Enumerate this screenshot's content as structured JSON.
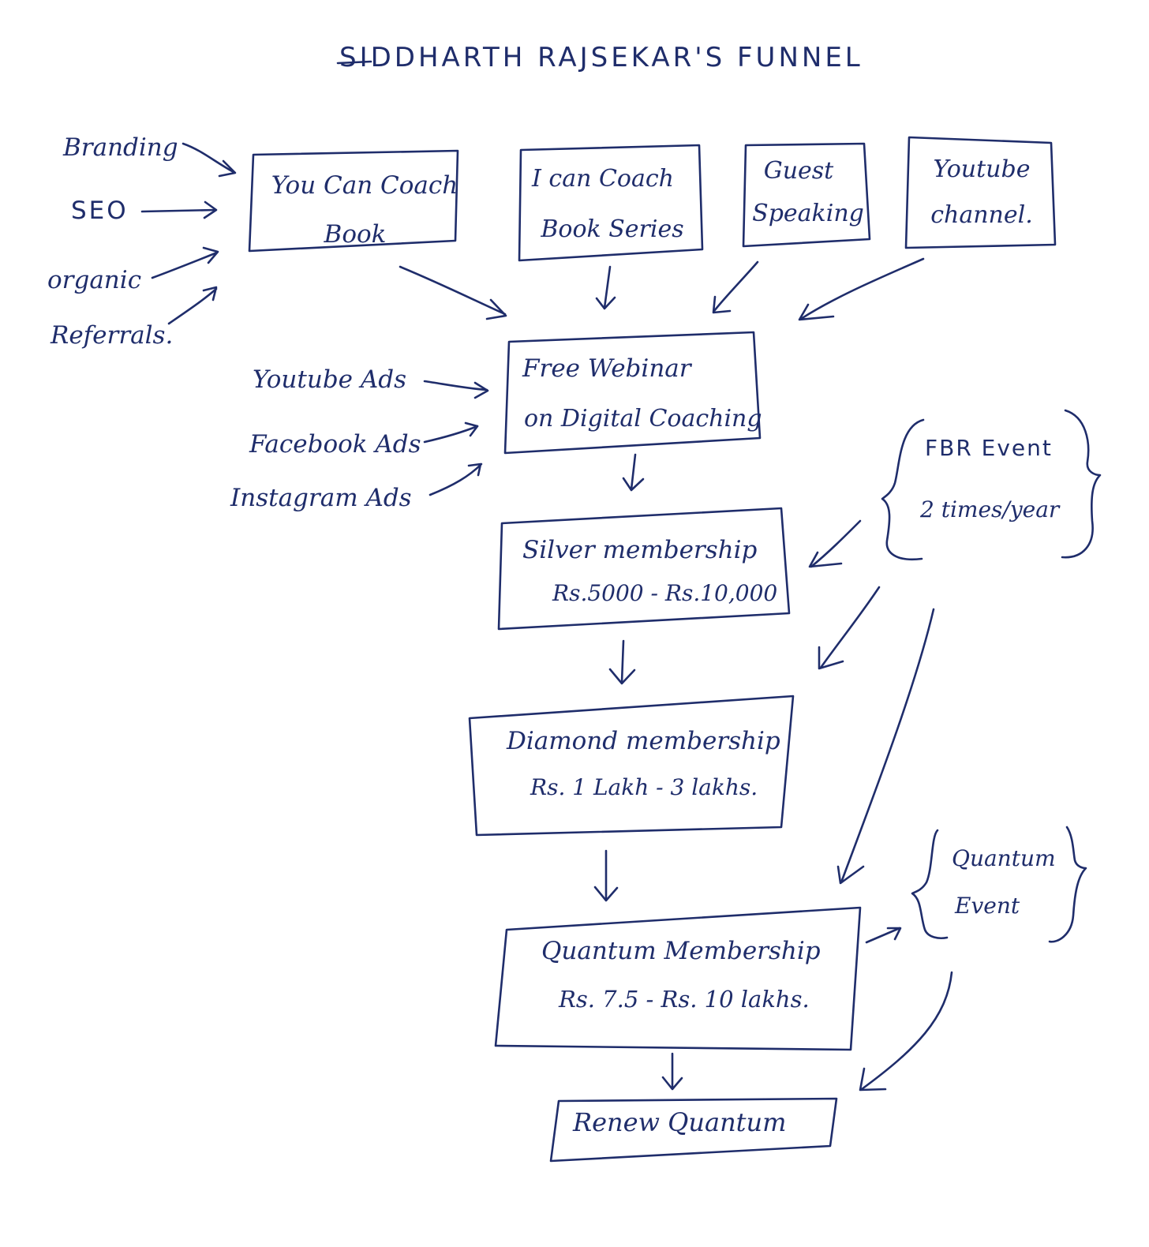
{
  "title": "SIDDHARTH RAJSEKAR'S FUNNEL",
  "organic_sources": [
    "Branding",
    "SEO",
    "organic",
    "Referrals."
  ],
  "paid_sources": [
    "Youtube Ads",
    "Facebook Ads",
    "Instagram Ads"
  ],
  "top_channels": [
    {
      "line1": "You Can Coach",
      "line2": "Book"
    },
    {
      "line1": "I can Coach",
      "line2": "Book Series"
    },
    {
      "line1": "Guest",
      "line2": "Speaking"
    },
    {
      "line1": "Youtube",
      "line2": "channel."
    }
  ],
  "webinar": {
    "line1": "Free Webinar",
    "line2": "on Digital Coaching"
  },
  "silver": {
    "line1": "Silver membership",
    "line2": "Rs.5000 - Rs.10,000"
  },
  "diamond": {
    "line1": "Diamond membership",
    "line2": "Rs. 1 Lakh - 3 lakhs."
  },
  "quantum": {
    "line1": "Quantum Membership",
    "line2": "Rs. 7.5 - Rs. 10 lakhs."
  },
  "renew": {
    "label": "Renew Quantum"
  },
  "fbr_event": {
    "line1": "FBR Event",
    "line2": "2 times/year"
  },
  "quantum_event": {
    "line1": "Quantum",
    "line2": "Event"
  },
  "colors": {
    "ink": "#1f2d6b",
    "paper": "#ffffff"
  }
}
